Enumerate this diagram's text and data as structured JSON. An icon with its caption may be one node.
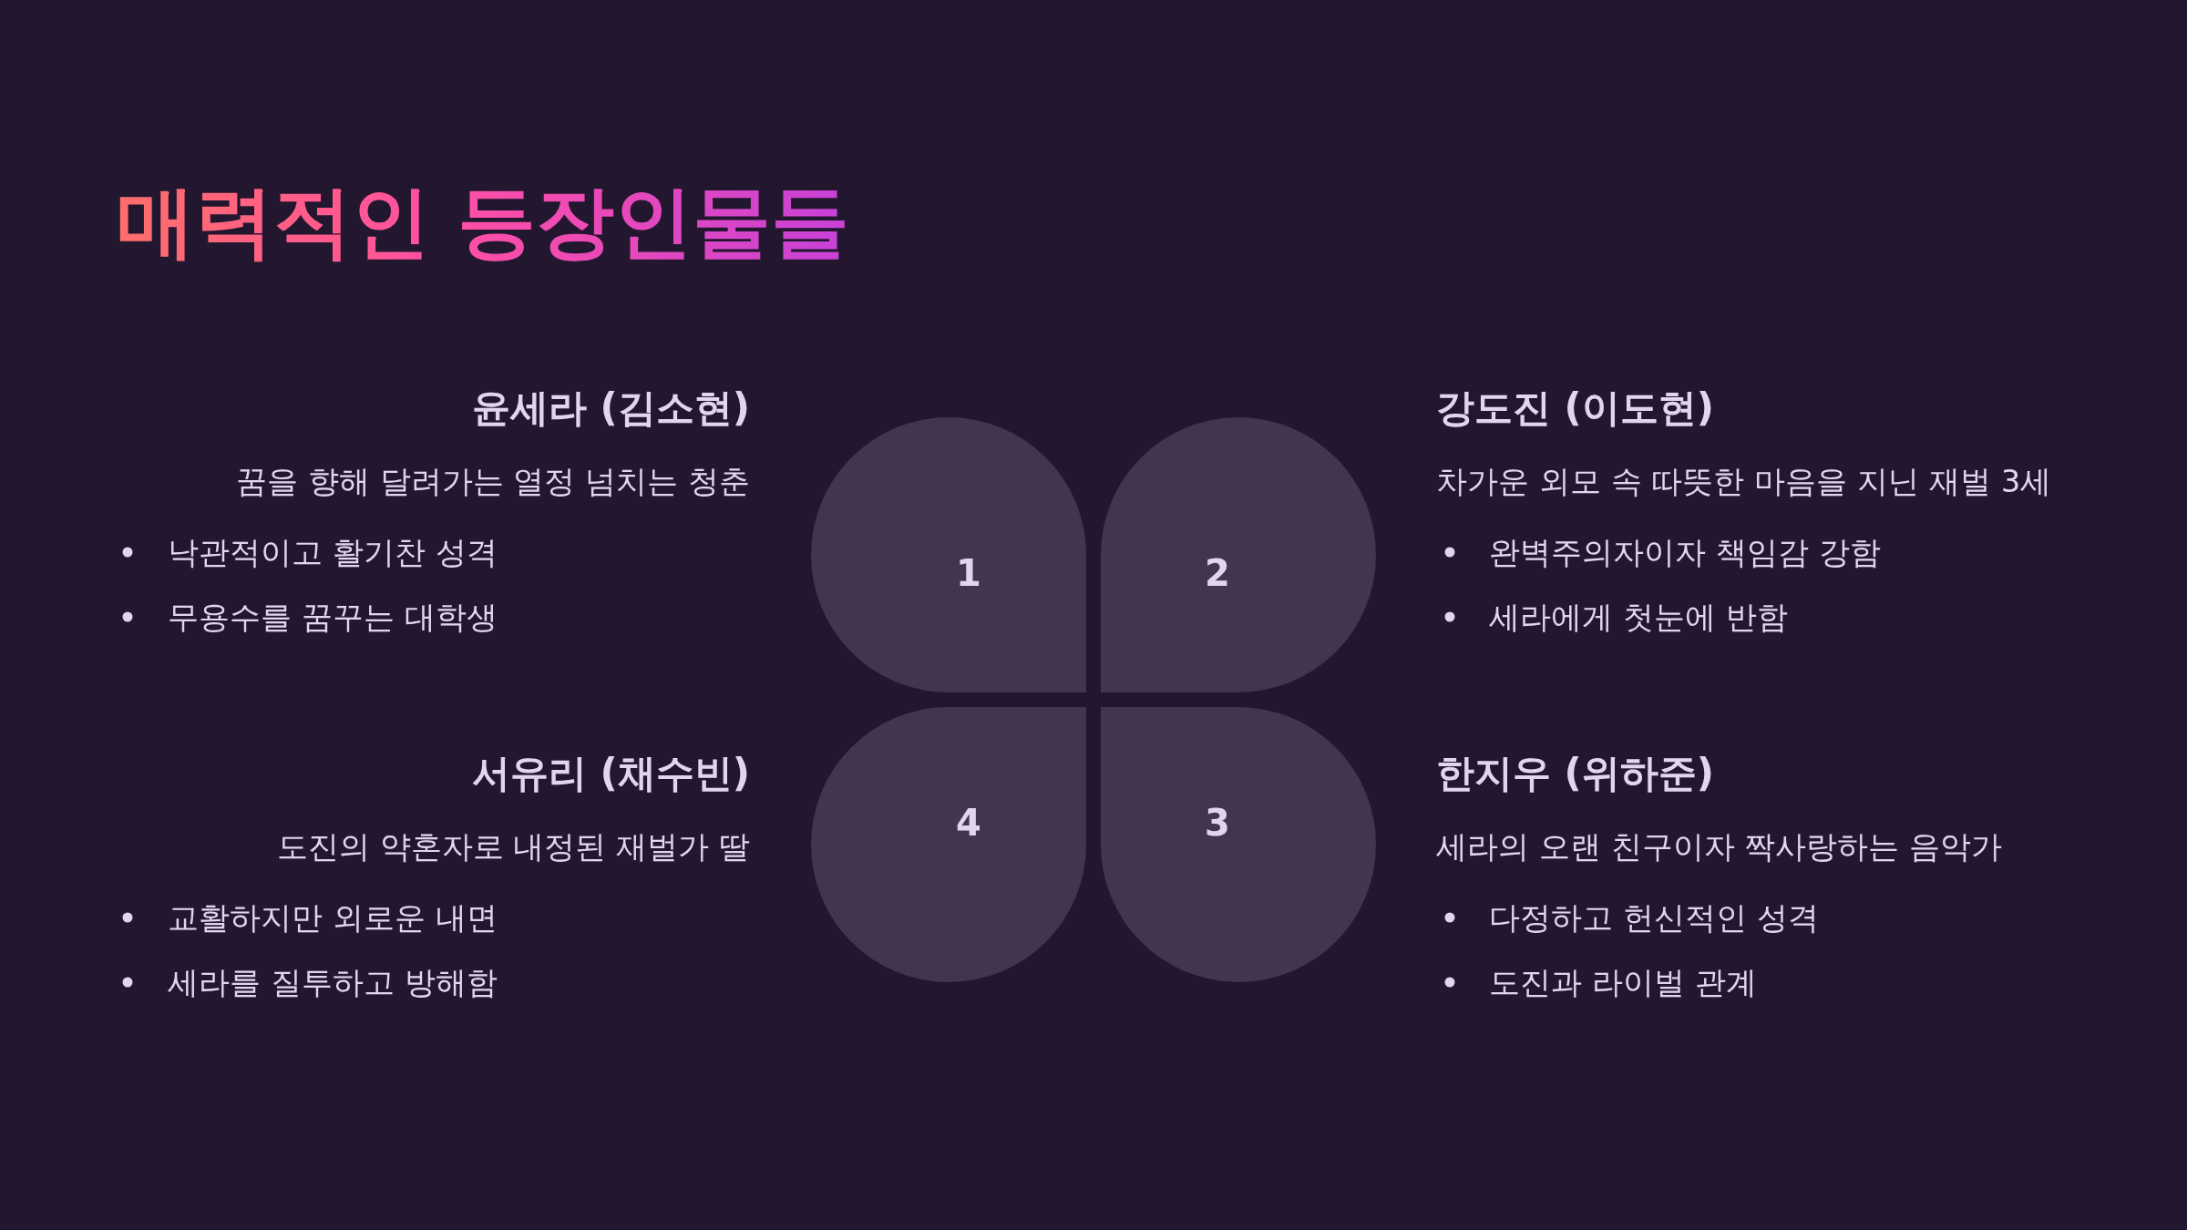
{
  "diagram": {
    "title": "매력적인 등장인물들",
    "nodes": [
      {
        "text": [
          "1"
        ],
        "beside": [
          "윤세라 (김소현)",
          "꿈을 향해 달려가는 열정 넘치는 청춘",
          "낙관적이고 활기찬 성격",
          "무용수를 꿈꾸는 대학생"
        ]
      },
      {
        "text": [
          "2"
        ],
        "beside": [
          "강도진 (이도현)",
          "차가운 외모 속 따뜻한 마음을 지닌 재벌 3세",
          "완벽주의자이자 책임감 강함",
          "세라에게 첫눈에 반함"
        ]
      },
      {
        "text": [
          "4"
        ],
        "beside": [
          "서유리 (채수빈)",
          "도진의 약혼자로 내정된 재벌가 딸",
          "교활하지만 외로운 내면",
          "세라를 질투하고 방해함"
        ]
      },
      {
        "text": [
          "3"
        ],
        "beside": [
          "한지우 (위하준)",
          "세라의 오랜 친구이자 짝사랑하는 음악가",
          "다정하고 헌신적인 성격",
          "도진과 라이벌 관계"
        ]
      }
    ]
  }
}
